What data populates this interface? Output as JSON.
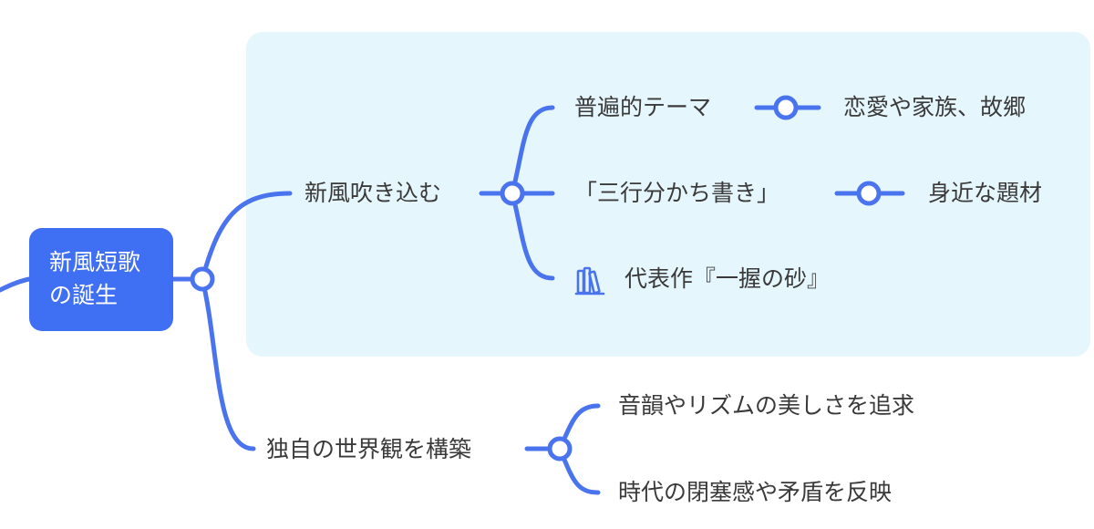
{
  "mindmap": {
    "root": {
      "line1": "新風短歌",
      "line2": "の誕生"
    },
    "branch_1": {
      "label": "新風吹き込む",
      "children": [
        {
          "label": "普遍的テーマ",
          "detail": "恋愛や家族、故郷"
        },
        {
          "label": "「三行分かち書き」",
          "detail": "身近な題材"
        },
        {
          "label": "代表作『一握の砂』",
          "icon": "book-icon"
        }
      ]
    },
    "branch_2": {
      "label": "独自の世界観を構築",
      "children": [
        {
          "label": "音韻やリズムの美しさを追求"
        },
        {
          "label": "時代の閉塞感や矛盾を反映"
        }
      ]
    }
  },
  "colors": {
    "accent": "#3f6ff2",
    "line": "#4a74ee",
    "highlight_background": "#e6f6fd",
    "text": "#3a3a3a"
  }
}
